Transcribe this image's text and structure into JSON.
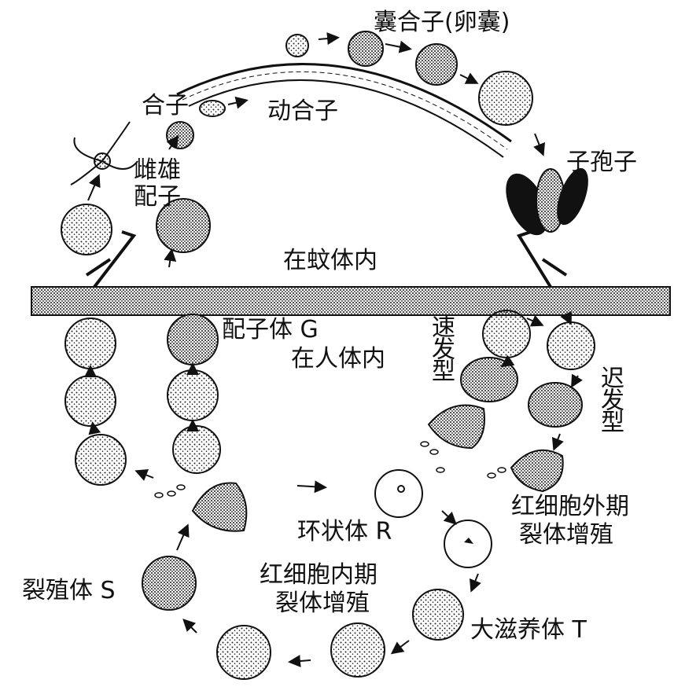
{
  "labels": {
    "oocyst": "囊合子(卵囊)",
    "zygote": "合子",
    "ookinete": "动合子",
    "gametes": "雌雄配子",
    "sporozoite": "子孢子",
    "in_mosquito": "在蚊体内",
    "gametocyte": "配子体 G",
    "in_human": "在人体内",
    "tachy": "速发型",
    "brady": "迟发型",
    "exo_line1": "红细胞外期",
    "exo_line2": "裂体增殖",
    "ring": "环状体 R",
    "schizont": "裂殖体 S",
    "ery_line1": "红细胞内期",
    "ery_line2": "裂体增殖",
    "trophozoite": "大滋养体 T"
  },
  "colors": {
    "ink": "#111111",
    "paper": "#ffffff",
    "stipple": "#333333"
  }
}
